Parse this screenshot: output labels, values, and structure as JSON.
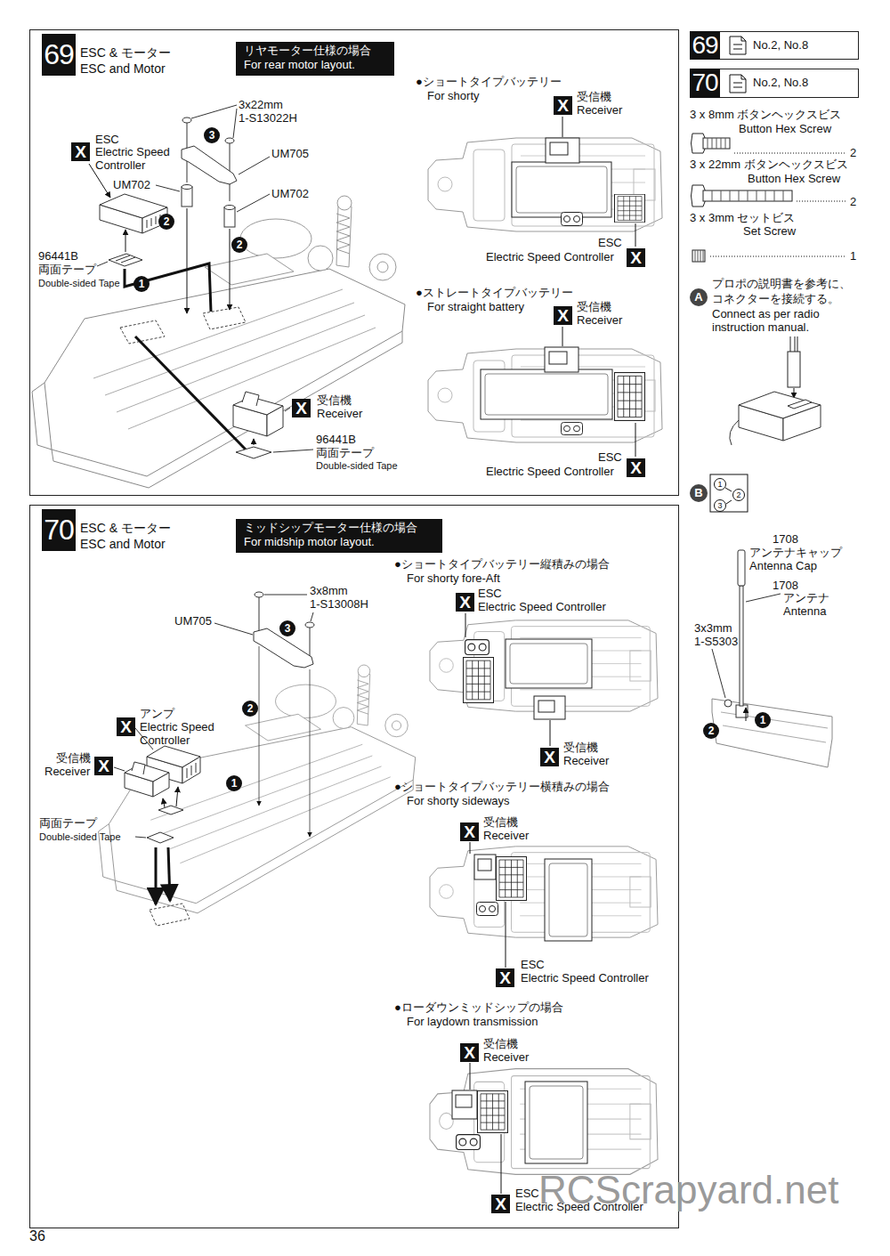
{
  "diagram": {
    "nodes": [
      {
        "text": [
          "ESC & モーター",
          "ESC and Motor"
        ]
      },
      {
        "text": [
          "69"
        ],
        "in": 0
      },
      {
        "text": [
          "リヤモーター仕様の場合",
          "For rear motor layout."
        ],
        "in": 0
      },
      {
        "text": [
          "ESC & モーター",
          "ESC and Motor"
        ]
      },
      {
        "text": [
          "70"
        ],
        "in": 3
      },
      {
        "text": [
          "ミッドシップモーター仕様の場合",
          "For midship motor layout."
        ],
        "in": 3
      },
      {
        "text": [
          "No.2, No.8"
        ]
      },
      {
        "text": [
          "69"
        ],
        "in": 6
      },
      {
        "text": [
          "No.2, No.8"
        ]
      },
      {
        "text": [
          "70"
        ],
        "in": 8
      }
    ],
    "labels": [
      "3x22mm",
      "1-S13022H",
      "3",
      "X",
      "ESC",
      "Electric Speed Controller",
      "UM702",
      "UM705",
      "UM702",
      "2",
      "2",
      "1",
      "96441B",
      "両面テープ",
      "Double-sided Tape",
      "X",
      "受信機",
      "Receiver",
      "96441B",
      "両面テープ",
      "Double-sided Tape",
      "●ショートタイプバッテリー",
      "For shorty",
      "X",
      "受信機",
      "Receiver",
      "ESC",
      "Electric Speed Controller",
      "X",
      "●ストレートタイプバッテリー",
      "For straight battery",
      "X",
      "受信機",
      "Receiver",
      "ESC",
      "Electric Speed Controller",
      "X",
      "3x8mm",
      "1-S13008H",
      "UM705",
      "3",
      "2",
      "1",
      "X",
      "アンプ",
      "Electric Speed Controller",
      "受信機",
      "Receiver",
      "X",
      "両面テープ",
      "Double-sided Tape",
      "●ショートタイプバッテリー縦積みの場合",
      "For shorty fore-Aft",
      "X",
      "ESC",
      "Electric Speed Controller",
      "X",
      "受信機",
      "Receiver",
      "●ショートタイプバッテリー横積みの場合",
      "For shorty sideways",
      "X",
      "受信機",
      "Receiver",
      "X",
      "ESC",
      "Electric Speed Controller",
      "●ローダウンミッドシップの場合",
      "For laydown transmission",
      "X",
      "受信機",
      "Receiver",
      "X",
      "ESC",
      "Electric Speed Controller",
      "3 x 8mm ボタンヘックスビス",
      "Button Hex Screw",
      "2",
      "3 x 22mm ボタンヘックスビス",
      "Button Hex Screw",
      "2",
      "3 x 3mm セットビス",
      "Set Screw",
      "1",
      "A",
      "プロポの説明書を参考に、",
      "コネクターを接続する。",
      "Connect as per radio instruction manual.",
      "B",
      "1",
      "2",
      "3",
      "1708",
      "アンテナキャップ",
      "Antenna Cap",
      "1708",
      "アンテナ",
      "Antenna",
      "3x3mm",
      "1-S5303",
      "2",
      "1",
      "36",
      "RCScrapyard.net"
    ]
  }
}
